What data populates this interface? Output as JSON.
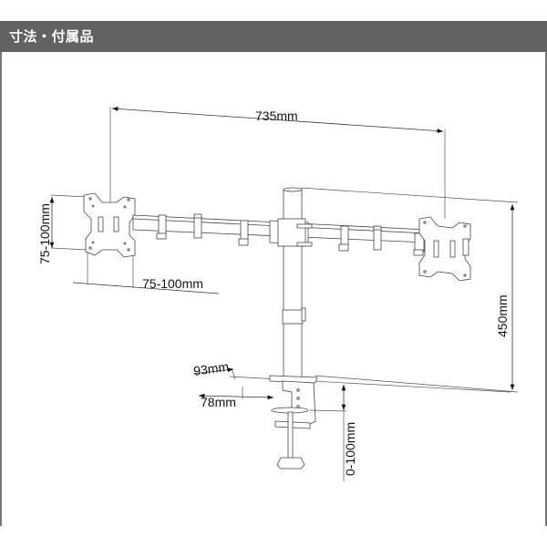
{
  "header": {
    "title": "寸法・付属品",
    "background": "#626262",
    "text_color": "#ffffff"
  },
  "diagram": {
    "subject": "dual-monitor-arm-desk-clamp",
    "line_color": "#333333",
    "dimensions": {
      "overall_width": "735mm",
      "pole_height": "450mm",
      "vesa_vertical": "75-100mm",
      "vesa_horizontal": "75-100mm",
      "clamp_depth": "93mm",
      "clamp_width": "78mm",
      "clamp_opening": "0-100mm"
    }
  }
}
